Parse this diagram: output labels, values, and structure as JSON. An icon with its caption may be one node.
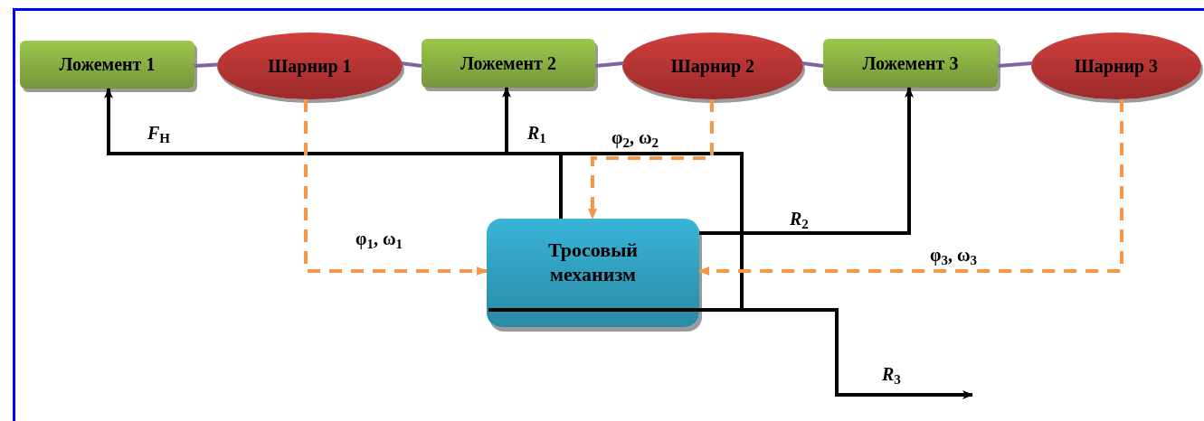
{
  "diagram": {
    "nodes": [
      {
        "text": [
          "Ложемент 1"
        ]
      },
      {
        "text": [
          "Шарнир 1"
        ]
      },
      {
        "text": [
          "Ложемент 2"
        ]
      },
      {
        "text": [
          "Шарнир 2"
        ]
      },
      {
        "text": [
          "Ложемент 3"
        ]
      },
      {
        "text": [
          "Шарнир 3"
        ]
      },
      {
        "text": [
          "Тросовый механизм"
        ]
      }
    ],
    "edges": [
      {
        "from": 0,
        "to": 1,
        "arrow": "none",
        "color": "#8064a2"
      },
      {
        "from": 1,
        "to": 2,
        "arrow": "none",
        "color": "#8064a2"
      },
      {
        "from": 2,
        "to": 3,
        "arrow": "none",
        "color": "#8064a2"
      },
      {
        "from": 3,
        "to": 4,
        "arrow": "none",
        "color": "#8064a2"
      },
      {
        "from": 4,
        "to": 5,
        "arrow": "none",
        "color": "#8064a2"
      },
      {
        "from": 6,
        "to": 0,
        "arrow": "to",
        "label": "*F*$_{Н}$",
        "color": "#000000"
      },
      {
        "from": 6,
        "to": 2,
        "arrow": "to",
        "label": "*R*$_{1}$",
        "color": "#000000"
      },
      {
        "from": 6,
        "to": 4,
        "arrow": "to",
        "label": "*R*$_{2}$",
        "color": "#000000"
      },
      {
        "from": 6,
        "to": null,
        "arrow": "to",
        "label": "*R*$_{3}$",
        "color": "#000000"
      },
      {
        "from": 1,
        "to": 6,
        "arrow": "to",
        "label": "φ$_{1}$, ω$_{1}$",
        "style": "dashed",
        "color": "#f79646"
      },
      {
        "from": 3,
        "to": 6,
        "arrow": "to",
        "label": "φ$_{2}$, ω$_{2}$",
        "style": "dashed",
        "color": "#f79646"
      },
      {
        "from": 5,
        "to": 6,
        "arrow": "to",
        "label": "φ$_{3}$, ω$_{3}$",
        "style": "dashed",
        "color": "#f79646"
      }
    ]
  }
}
